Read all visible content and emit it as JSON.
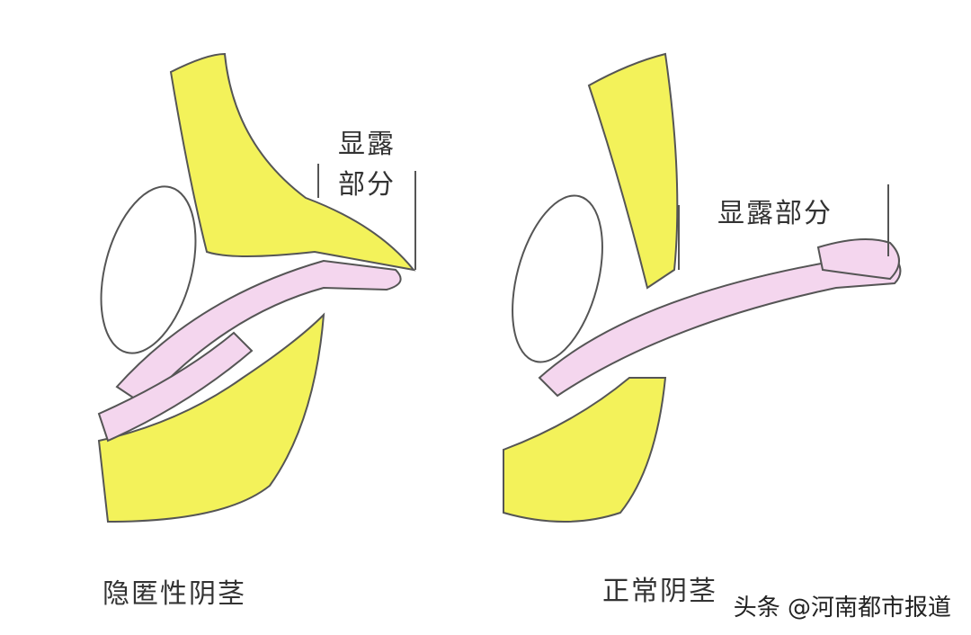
{
  "left_panel": {
    "exposed_label_line1": "显露",
    "exposed_label_line2": "部分",
    "caption": "隐匿性阴茎"
  },
  "right_panel": {
    "exposed_label": "显露部分",
    "caption": "正常阴茎"
  },
  "watermark": "头条 @河南都市报道",
  "colors": {
    "fat": "#f3f25a",
    "shaft": "#f4d6ee",
    "outline": "#555555"
  }
}
